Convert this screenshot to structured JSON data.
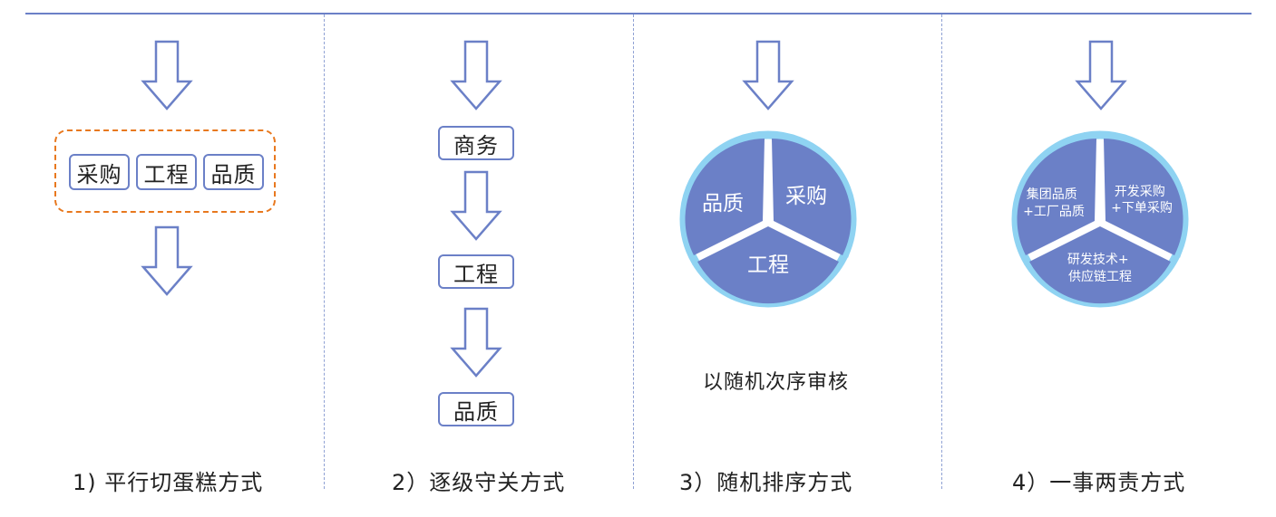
{
  "colors": {
    "arrow": "#6b80c7",
    "pie_fill": "#6b80c7",
    "pie_ring": "#8fd3f2",
    "group_border": "#e8781e",
    "separator": "#8fa1d4"
  },
  "panel1": {
    "boxes": [
      "采购",
      "工程",
      "品质"
    ],
    "caption": "1) 平行切蛋糕方式"
  },
  "panel2": {
    "boxes": [
      "商务",
      "工程",
      "品质"
    ],
    "caption": "2）逐级守关方式"
  },
  "panel3": {
    "segments": {
      "left": "品质",
      "right": "采购",
      "bottom": "工程"
    },
    "note": "以随机次序审核",
    "caption": "3）随机排序方式"
  },
  "panel4": {
    "segments": {
      "left": [
        "集团品质",
        "+工厂品质"
      ],
      "right": [
        "开发采购",
        "+下单采购"
      ],
      "bottom": [
        "研发技术+",
        "供应链工程"
      ]
    },
    "caption": "4）一事两责方式"
  }
}
